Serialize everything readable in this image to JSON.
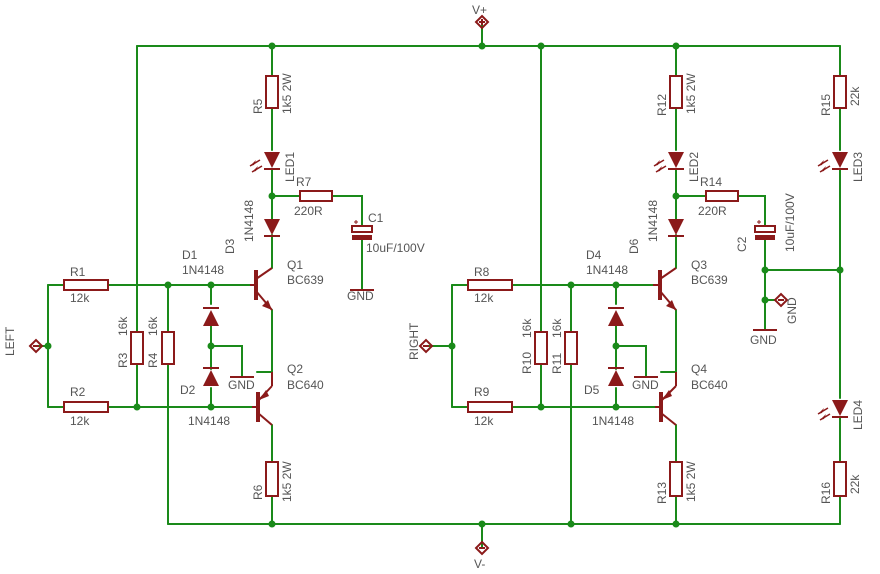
{
  "colors": {
    "wire": "#1a8a1a",
    "component": "#8b1a1a",
    "label": "#555555",
    "background": "#ffffff"
  },
  "labels": {
    "vplus": "V+",
    "vminus": "V-",
    "left": "LEFT",
    "right": "RIGHT",
    "gnd": "GND",
    "r1": {
      "name": "R1",
      "value": "12k"
    },
    "r2": {
      "name": "R2",
      "value": "12k"
    },
    "r3": {
      "name": "R3",
      "value": "16k"
    },
    "r4": {
      "name": "R4",
      "value": "16k"
    },
    "r5": {
      "name": "R5",
      "value": "1k5 2W"
    },
    "r6": {
      "name": "R6",
      "value": "1k5 2W"
    },
    "r7": {
      "name": "R7",
      "value": "220R"
    },
    "r8": {
      "name": "R8",
      "value": "12k"
    },
    "r9": {
      "name": "R9",
      "value": "12k"
    },
    "r10": {
      "name": "R10",
      "value": "16k"
    },
    "r11": {
      "name": "R11",
      "value": "16k"
    },
    "r12": {
      "name": "R12",
      "value": "1k5 2W"
    },
    "r13": {
      "name": "R13",
      "value": "1k5 2W"
    },
    "r14": {
      "name": "R14",
      "value": "220R"
    },
    "r15": {
      "name": "R15",
      "value": "22k"
    },
    "r16": {
      "name": "R16",
      "value": "22k"
    },
    "c1": {
      "name": "C1",
      "value": "10uF/100V"
    },
    "c2": {
      "name": "C2",
      "value": "10uF/100V"
    },
    "d1": {
      "name": "D1",
      "value": "1N4148"
    },
    "d2": {
      "name": "D2",
      "value": "1N4148"
    },
    "d3": {
      "name": "D3",
      "value": "1N4148"
    },
    "d4": {
      "name": "D4",
      "value": "1N4148"
    },
    "d5": {
      "name": "D5",
      "value": "1N4148"
    },
    "d6": {
      "name": "D6",
      "value": "1N4148"
    },
    "q1": {
      "name": "Q1",
      "value": "BC639"
    },
    "q2": {
      "name": "Q2",
      "value": "BC640"
    },
    "q3": {
      "name": "Q3",
      "value": "BC639"
    },
    "q4": {
      "name": "Q4",
      "value": "BC640"
    },
    "led1": "LED1",
    "led2": "LED2",
    "led3": "LED3",
    "led4": "LED4"
  }
}
